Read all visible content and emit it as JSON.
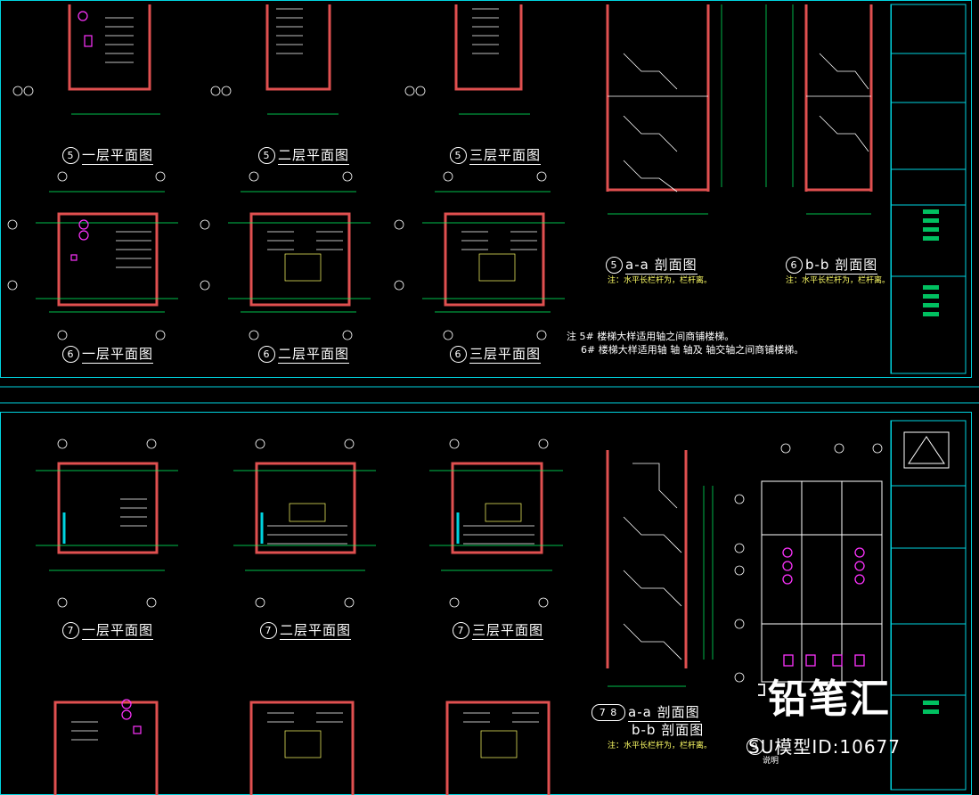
{
  "sheet1": {
    "plans_row1": [
      {
        "num": "5",
        "title": "一层平面图"
      },
      {
        "num": "5",
        "title": "二层平面图"
      },
      {
        "num": "5",
        "title": "三层平面图"
      }
    ],
    "plans_row2": [
      {
        "num": "6",
        "title": "一层平面图"
      },
      {
        "num": "6",
        "title": "二层平面图"
      },
      {
        "num": "6",
        "title": "三层平面图"
      }
    ],
    "sections": [
      {
        "num": "5",
        "title": "a-a 剖面图",
        "note": "注：水平长栏杆为，栏杆离。"
      },
      {
        "num": "6",
        "title": "b-b 剖面图",
        "note": "注：水平长栏杆为，栏杆离。"
      }
    ],
    "notes": [
      "注 5# 楼梯大样适用轴之间商铺楼梯。",
      "6# 楼梯大样适用轴 轴 轴及 轴交轴之间商铺楼梯。"
    ]
  },
  "sheet2": {
    "plans_row1": [
      {
        "num": "7",
        "title": "一层平面图"
      },
      {
        "num": "7",
        "title": "二层平面图"
      },
      {
        "num": "7",
        "title": "三层平面图"
      }
    ],
    "section": {
      "num": "7 8",
      "title_a": "a-a 剖面图",
      "title_b": "b-b 剖面图",
      "note": "注：水平长栏杆为，栏杆离。"
    },
    "detail_num": "9",
    "detail_caption": "说明"
  },
  "watermark": {
    "brand": "铅笔汇",
    "id_text": "SU模型ID:10677"
  },
  "colors": {
    "frame": "#00d4e0",
    "wall": "#e05050",
    "dim": "#00ff66",
    "text": "#ffffff",
    "note": "#ffff66",
    "accent": "#ff33ff"
  }
}
